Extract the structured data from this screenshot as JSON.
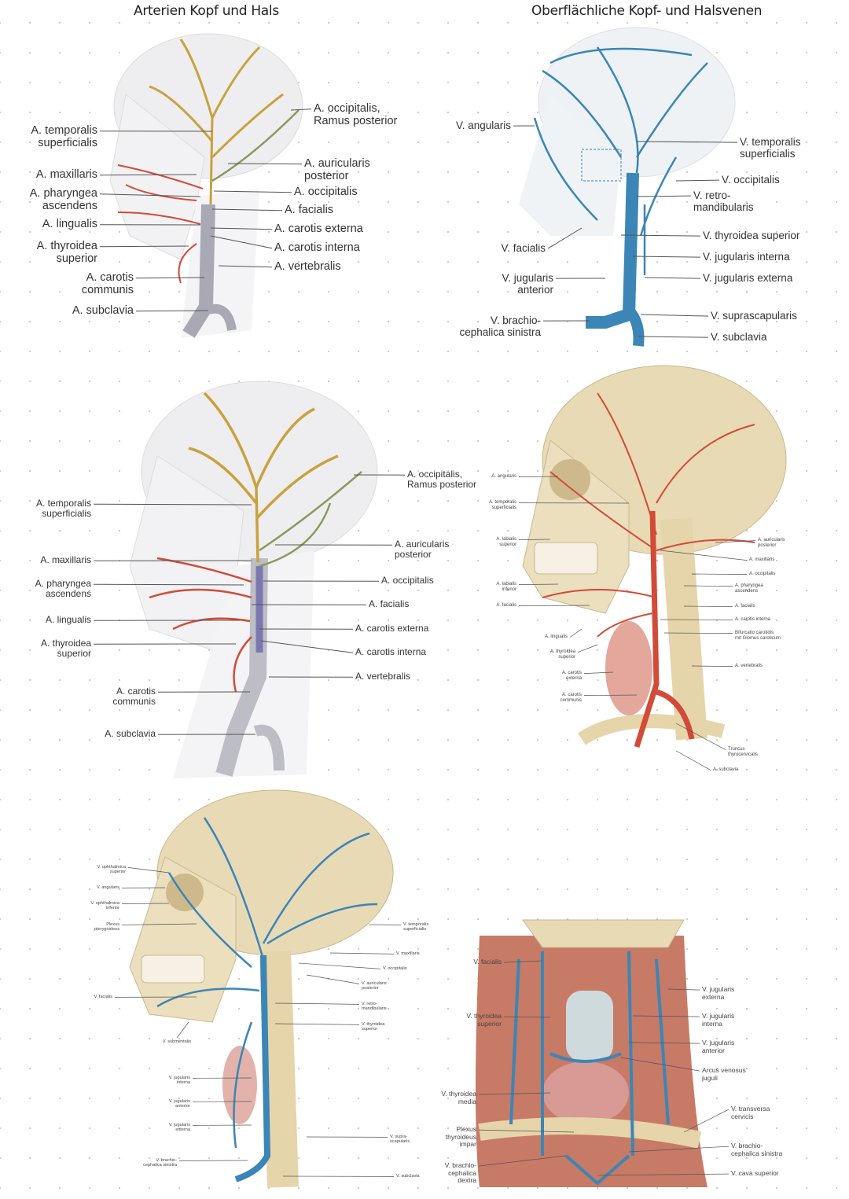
{
  "titles": {
    "arteries": "Arterien Kopf und Hals",
    "veins": "Oberflächliche Kopf- und Halsvenen"
  },
  "colors": {
    "artery_gold": "#c9a23e",
    "artery_red": "#d24b38",
    "carotis_grey": "#a9a9b6",
    "carotis_purple": "#7b78b0",
    "vein_blue": "#3b86b6",
    "bone": "#e9dab6",
    "muscle": "#c77a66"
  },
  "panels": [
    {
      "name": "arteries-schematic-small",
      "labels": [
        "A. temporalis\nsuperficialis",
        "A. maxillaris",
        "A. pharyngea\nascendens",
        "A. lingualis",
        "A. thyroidea\nsuperior",
        "A. carotis\ncommunis",
        "A. subclavia",
        "A. occipitalis,\nRamus posterior",
        "A. auricularis\nposterior",
        "A. occipitalis",
        "A. facialis",
        "A. carotis externa",
        "A. carotis interna",
        "A. vertebralis"
      ]
    },
    {
      "name": "veins-schematic",
      "labels": [
        "V. angularis",
        "V. facialis",
        "V. jugularis\nanterior",
        "V. brachio-\ncephalica sinistra",
        "V. temporalis\nsuperficialis",
        "V. occipitalis",
        "V. retro-\nmandibularis",
        "V. thyroidea superior",
        "V. jugularis interna",
        "V. jugularis externa",
        "V. suprascapularis",
        "V. subclavia"
      ]
    },
    {
      "name": "arteries-schematic-large",
      "labels": [
        "A. temporalis\nsuperficialis",
        "A. maxillaris",
        "A. pharyngea\nascendens",
        "A. lingualis",
        "A. thyroidea\nsuperior",
        "A. carotis\ncommunis",
        "A. subclavia",
        "A. occipitalis,\nRamus posterior",
        "A. auricularis\nposterior",
        "A. occipitalis",
        "A. facialis",
        "A. carotis externa",
        "A. carotis interna",
        "A. vertebralis"
      ]
    },
    {
      "name": "arteries-illustration",
      "labels": [
        "A. angularis",
        "A. temporalis\nsuperficialis",
        "A. labialis\nsuperior",
        "A. labialis\ninferior",
        "A. facialis",
        "A. lingualis",
        "A. thyroidea\nsuperior",
        "A. carotis\nexterna",
        "A. carotis\ncommunis",
        "A. auricularis\nposterior",
        "A. maxillaris",
        "A. occipitalis",
        "A. pharyngea\nascendens",
        "A. facialis",
        "A. carotis interna",
        "Bifurcatio carotidis\nmit Glomus caroticum",
        "A. vertebralis",
        "Truncus\nthyrocervicalis",
        "A. subclavia"
      ]
    },
    {
      "name": "veins-illustration-lateral",
      "labels": [
        "V. ophthalmica\nsuperior",
        "V. angularis",
        "V. ophthalmica\ninferior",
        "Plexus\npterygoideus",
        "V. facialis",
        "V. submentalis",
        "V. jugularis\ninterna",
        "V. jugularis\nanterior",
        "V. jugularis\nexterna",
        "V. brachio-\ncephalica sinistra",
        "V. temporalis\nsuperficialis",
        "V. maxillaris",
        "V. occipitalis",
        "V. auricularis\nposterior",
        "V. retro-\nmandibularis",
        "V. thyroidea\nsuperior",
        "V. supra-\nscapularis",
        "V. subclavia"
      ]
    },
    {
      "name": "veins-illustration-anterior",
      "labels": [
        "V. facialis",
        "V. thyroidea\nsuperior",
        "V. thyroidea\nmedia",
        "Plexus\nthyroideus\nimpar",
        "V. brachio-\ncephalica\ndextra",
        "V. jugularis\nexterna",
        "V. jugularis\ninterna",
        "V. jugularis\nanterior",
        "Arcus venosus\njuguli",
        "V. transversa\ncervicis",
        "V. brachio-\ncephalica sinistra",
        "V. cava superior"
      ]
    }
  ]
}
